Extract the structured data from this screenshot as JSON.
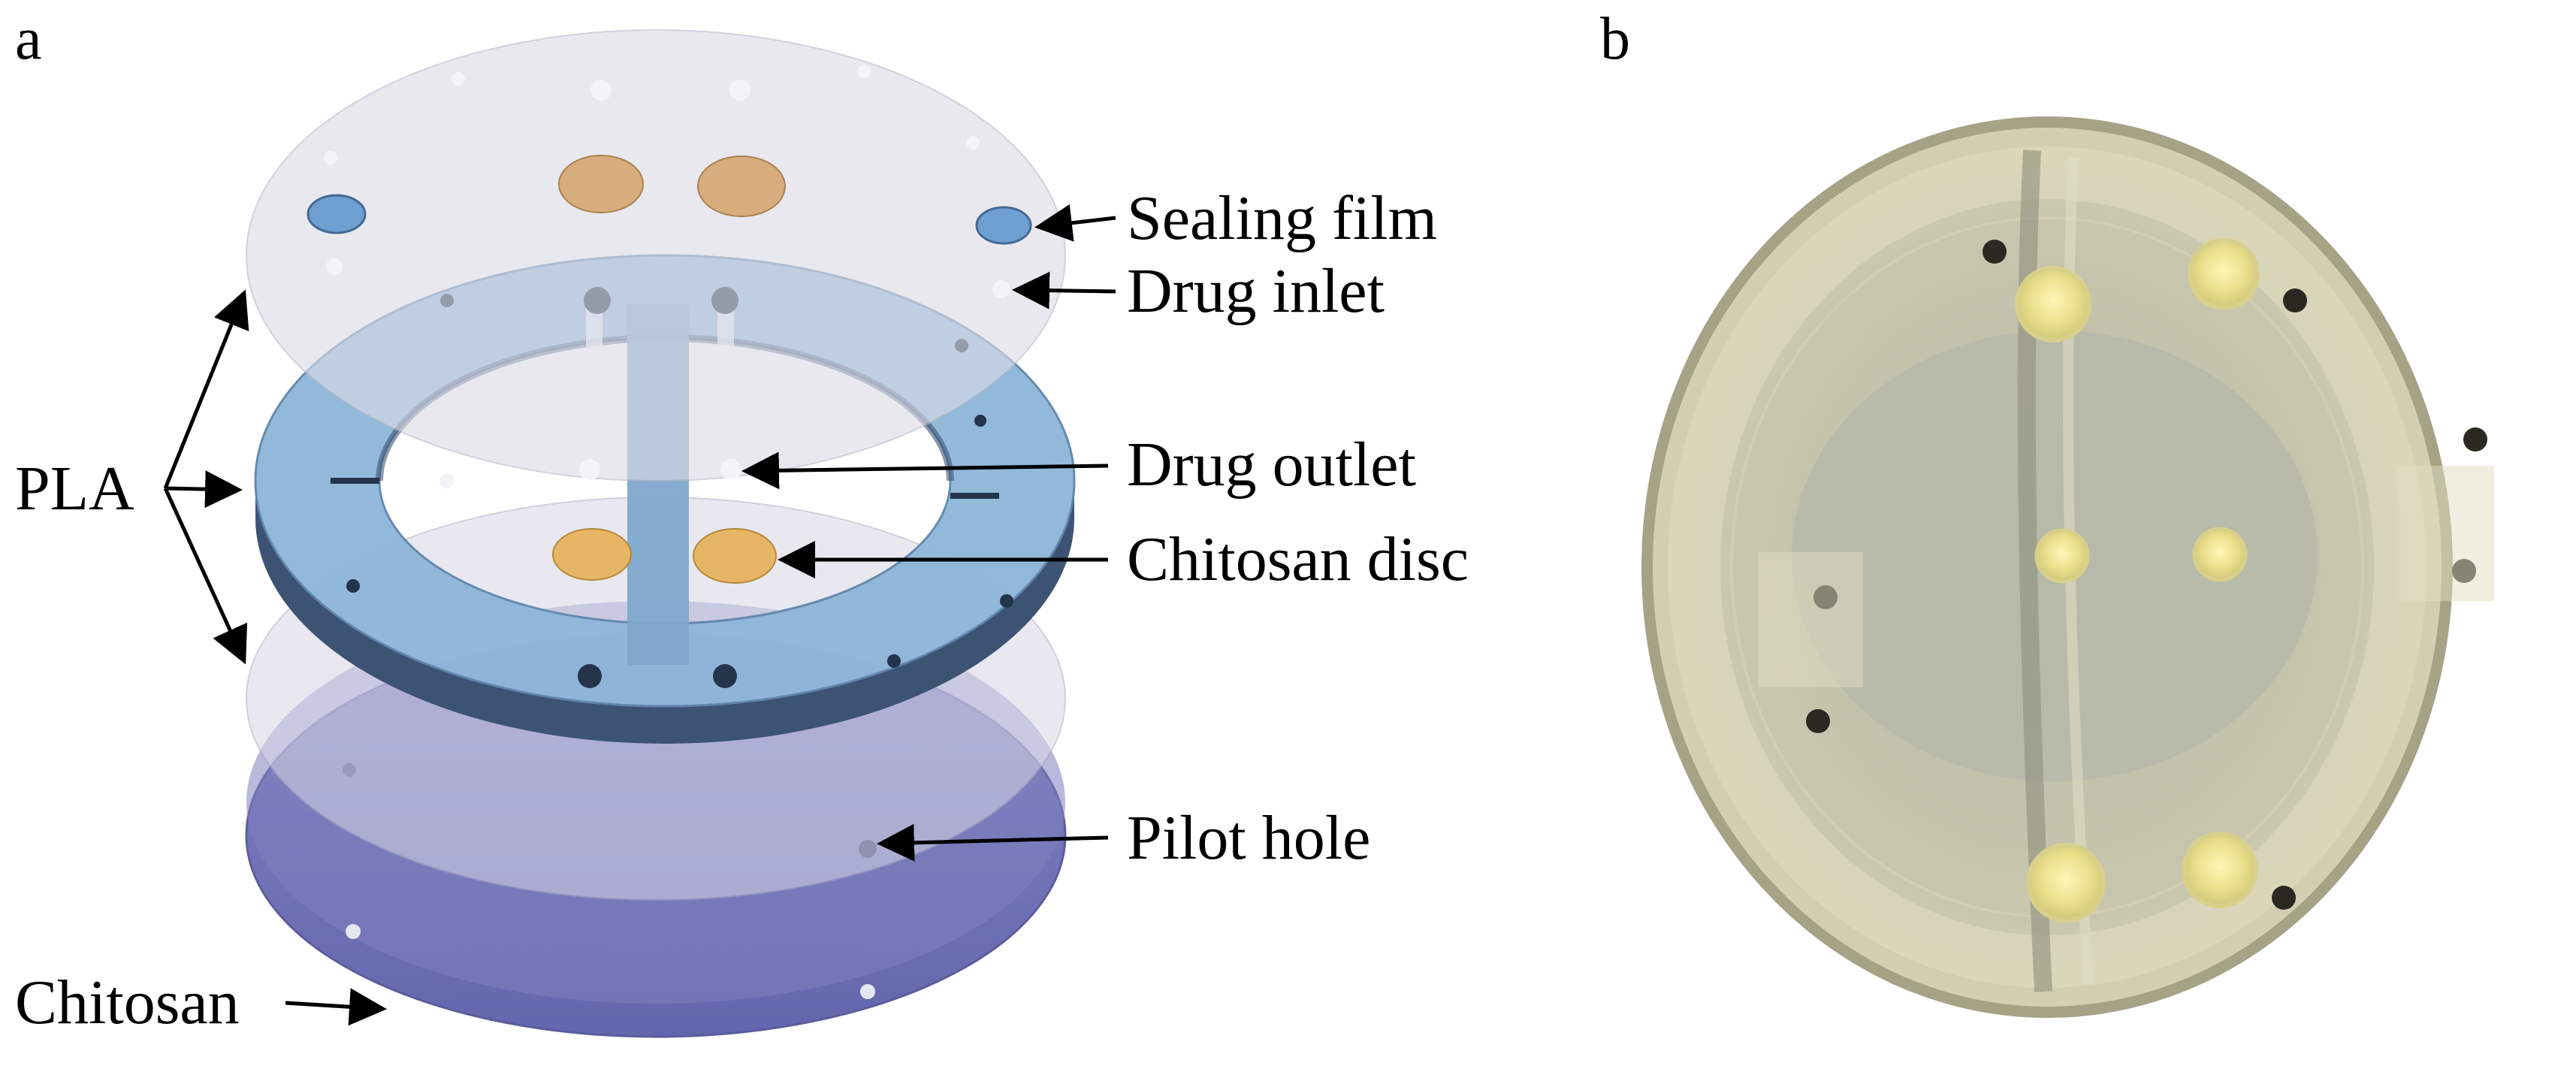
{
  "panels": {
    "a": "a",
    "b": "b"
  },
  "labels": {
    "sealing_film": "Sealing film",
    "drug_inlet": "Drug inlet",
    "drug_outlet": "Drug outlet",
    "chitosan_disc": "Chitosan disc",
    "pilot_hole": "Pilot hole",
    "pla": "PLA",
    "chitosan": "Chitosan"
  },
  "colors": {
    "pla_top": "#d9d7e3",
    "pla_ring": "#8fb7d8",
    "pla_ring_side": "#3b4f6b",
    "chitosan_layer": "#6f71b3",
    "disc": "#e3b566",
    "sealing_film": "#6e9fd0",
    "photo_bg": "#c9c7a8"
  }
}
